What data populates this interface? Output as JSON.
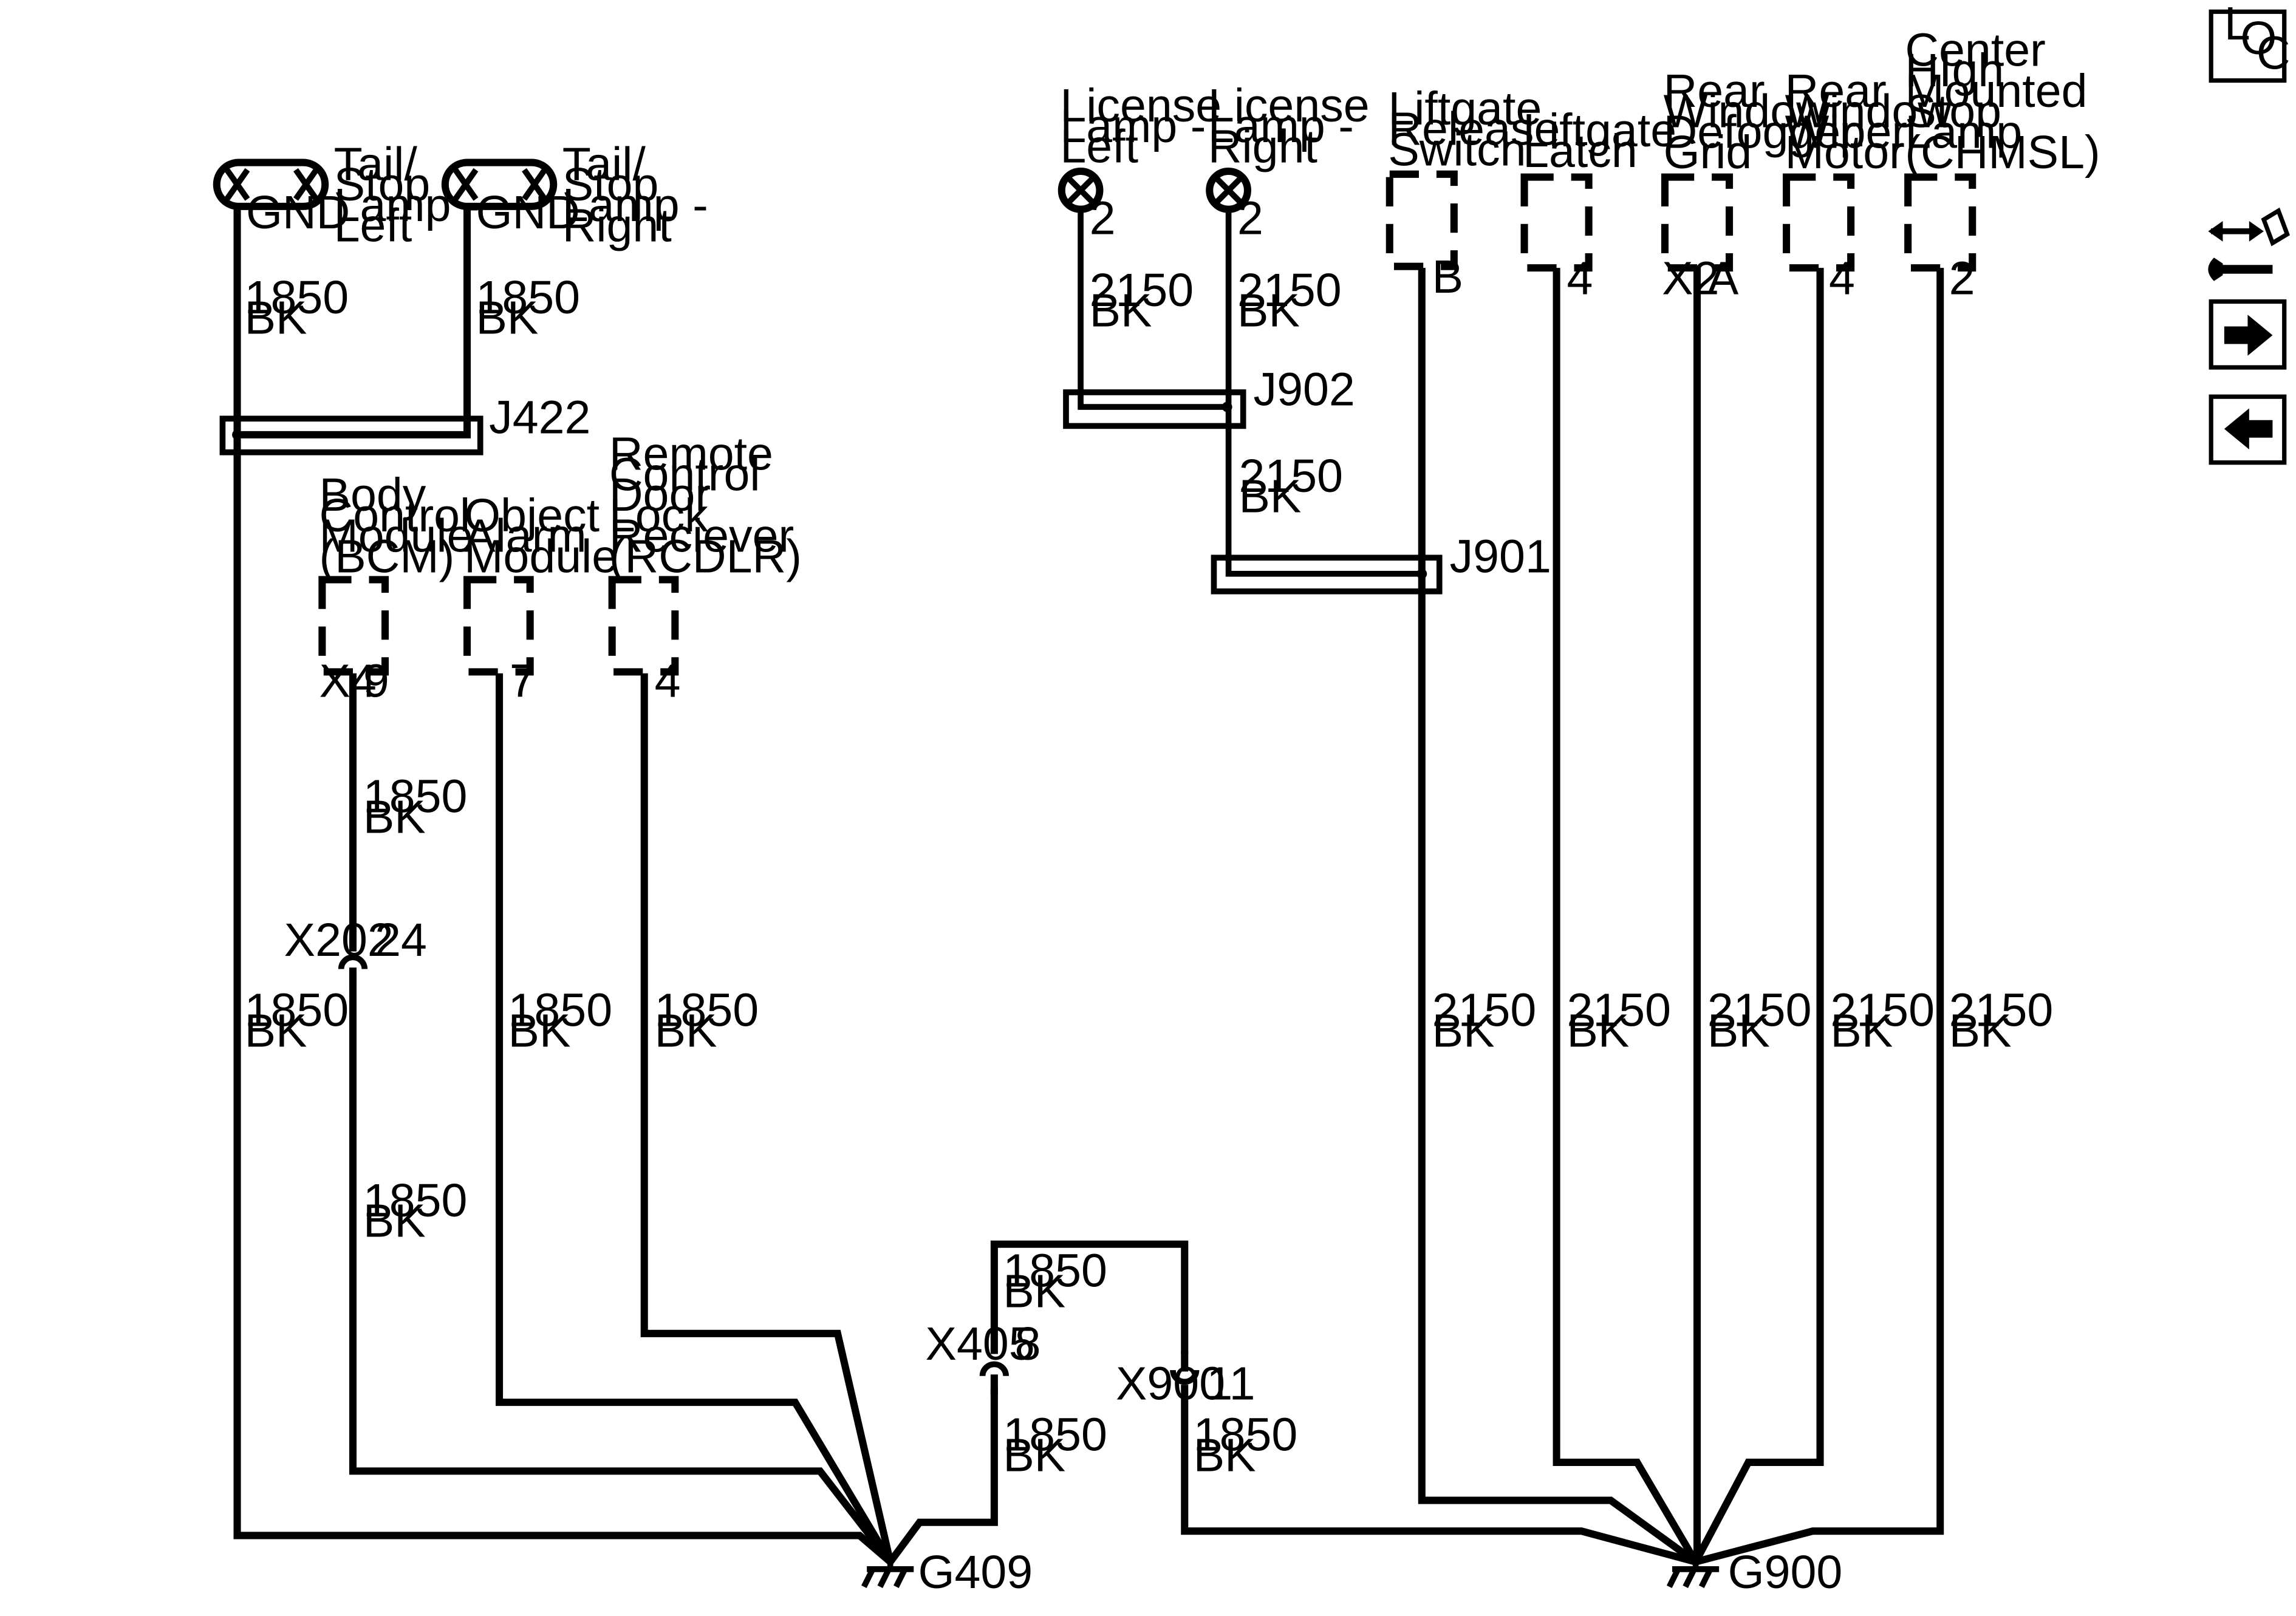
{
  "nav": {
    "loc": [
      "L",
      "O",
      "C"
    ],
    "icons": [
      "connector-wrench-icon",
      "arrow-right-icon",
      "arrow-left-icon"
    ]
  },
  "components": {
    "tail_left": [
      "Tail/",
      "Stop",
      "Lamp -",
      "Left"
    ],
    "tail_right": [
      "Tail/",
      "Stop",
      "Lamp -",
      "Right"
    ],
    "gnd": "GND",
    "lic_left": [
      "License",
      "Lamp -",
      "Left"
    ],
    "lic_right": [
      "License",
      "Lamp -",
      "Right"
    ],
    "liftgate_release": [
      "Liftgate",
      "Release",
      "Switch"
    ],
    "liftgate_latch": [
      "Liftgate",
      "Latch"
    ],
    "defogger": [
      "Rear",
      "Window",
      "Defogger",
      "Grid"
    ],
    "wiper": [
      "Rear",
      "Window",
      "Wiper",
      "Motor"
    ],
    "chmsl": [
      "Center",
      "HIgh",
      "Mounted",
      "Stop",
      "Lamp",
      "(CHMSL)"
    ],
    "bcm": [
      "Body",
      "Control",
      "Module",
      "(BCM)"
    ],
    "alarm": [
      "Object",
      "Alarm",
      "Module"
    ],
    "rcdlr": [
      "Remote",
      "Control",
      "Door",
      "Lock",
      "Reciever",
      "(RCDLR)"
    ]
  },
  "pins": {
    "lic_left": "2",
    "lic_right": "2",
    "liftgate_release": "B",
    "liftgate_latch": "4",
    "defogger_conn": "X2",
    "defogger": "A",
    "wiper": "4",
    "chmsl": "2",
    "bcm_conn": "X4",
    "bcm": "9",
    "alarm": "7",
    "rcdlr": "4",
    "x202": "24",
    "x405": "8",
    "x900": "11"
  },
  "splices": {
    "j422": "J422",
    "j902": "J902",
    "j901": "J901"
  },
  "connectors": {
    "x202": "X202",
    "x405": "X405",
    "x900": "X900"
  },
  "grounds": {
    "g409": "G409",
    "g900": "G900"
  },
  "wire": {
    "a1": "1850",
    "a2": "BK",
    "b1": "2150",
    "b2": "BK"
  }
}
